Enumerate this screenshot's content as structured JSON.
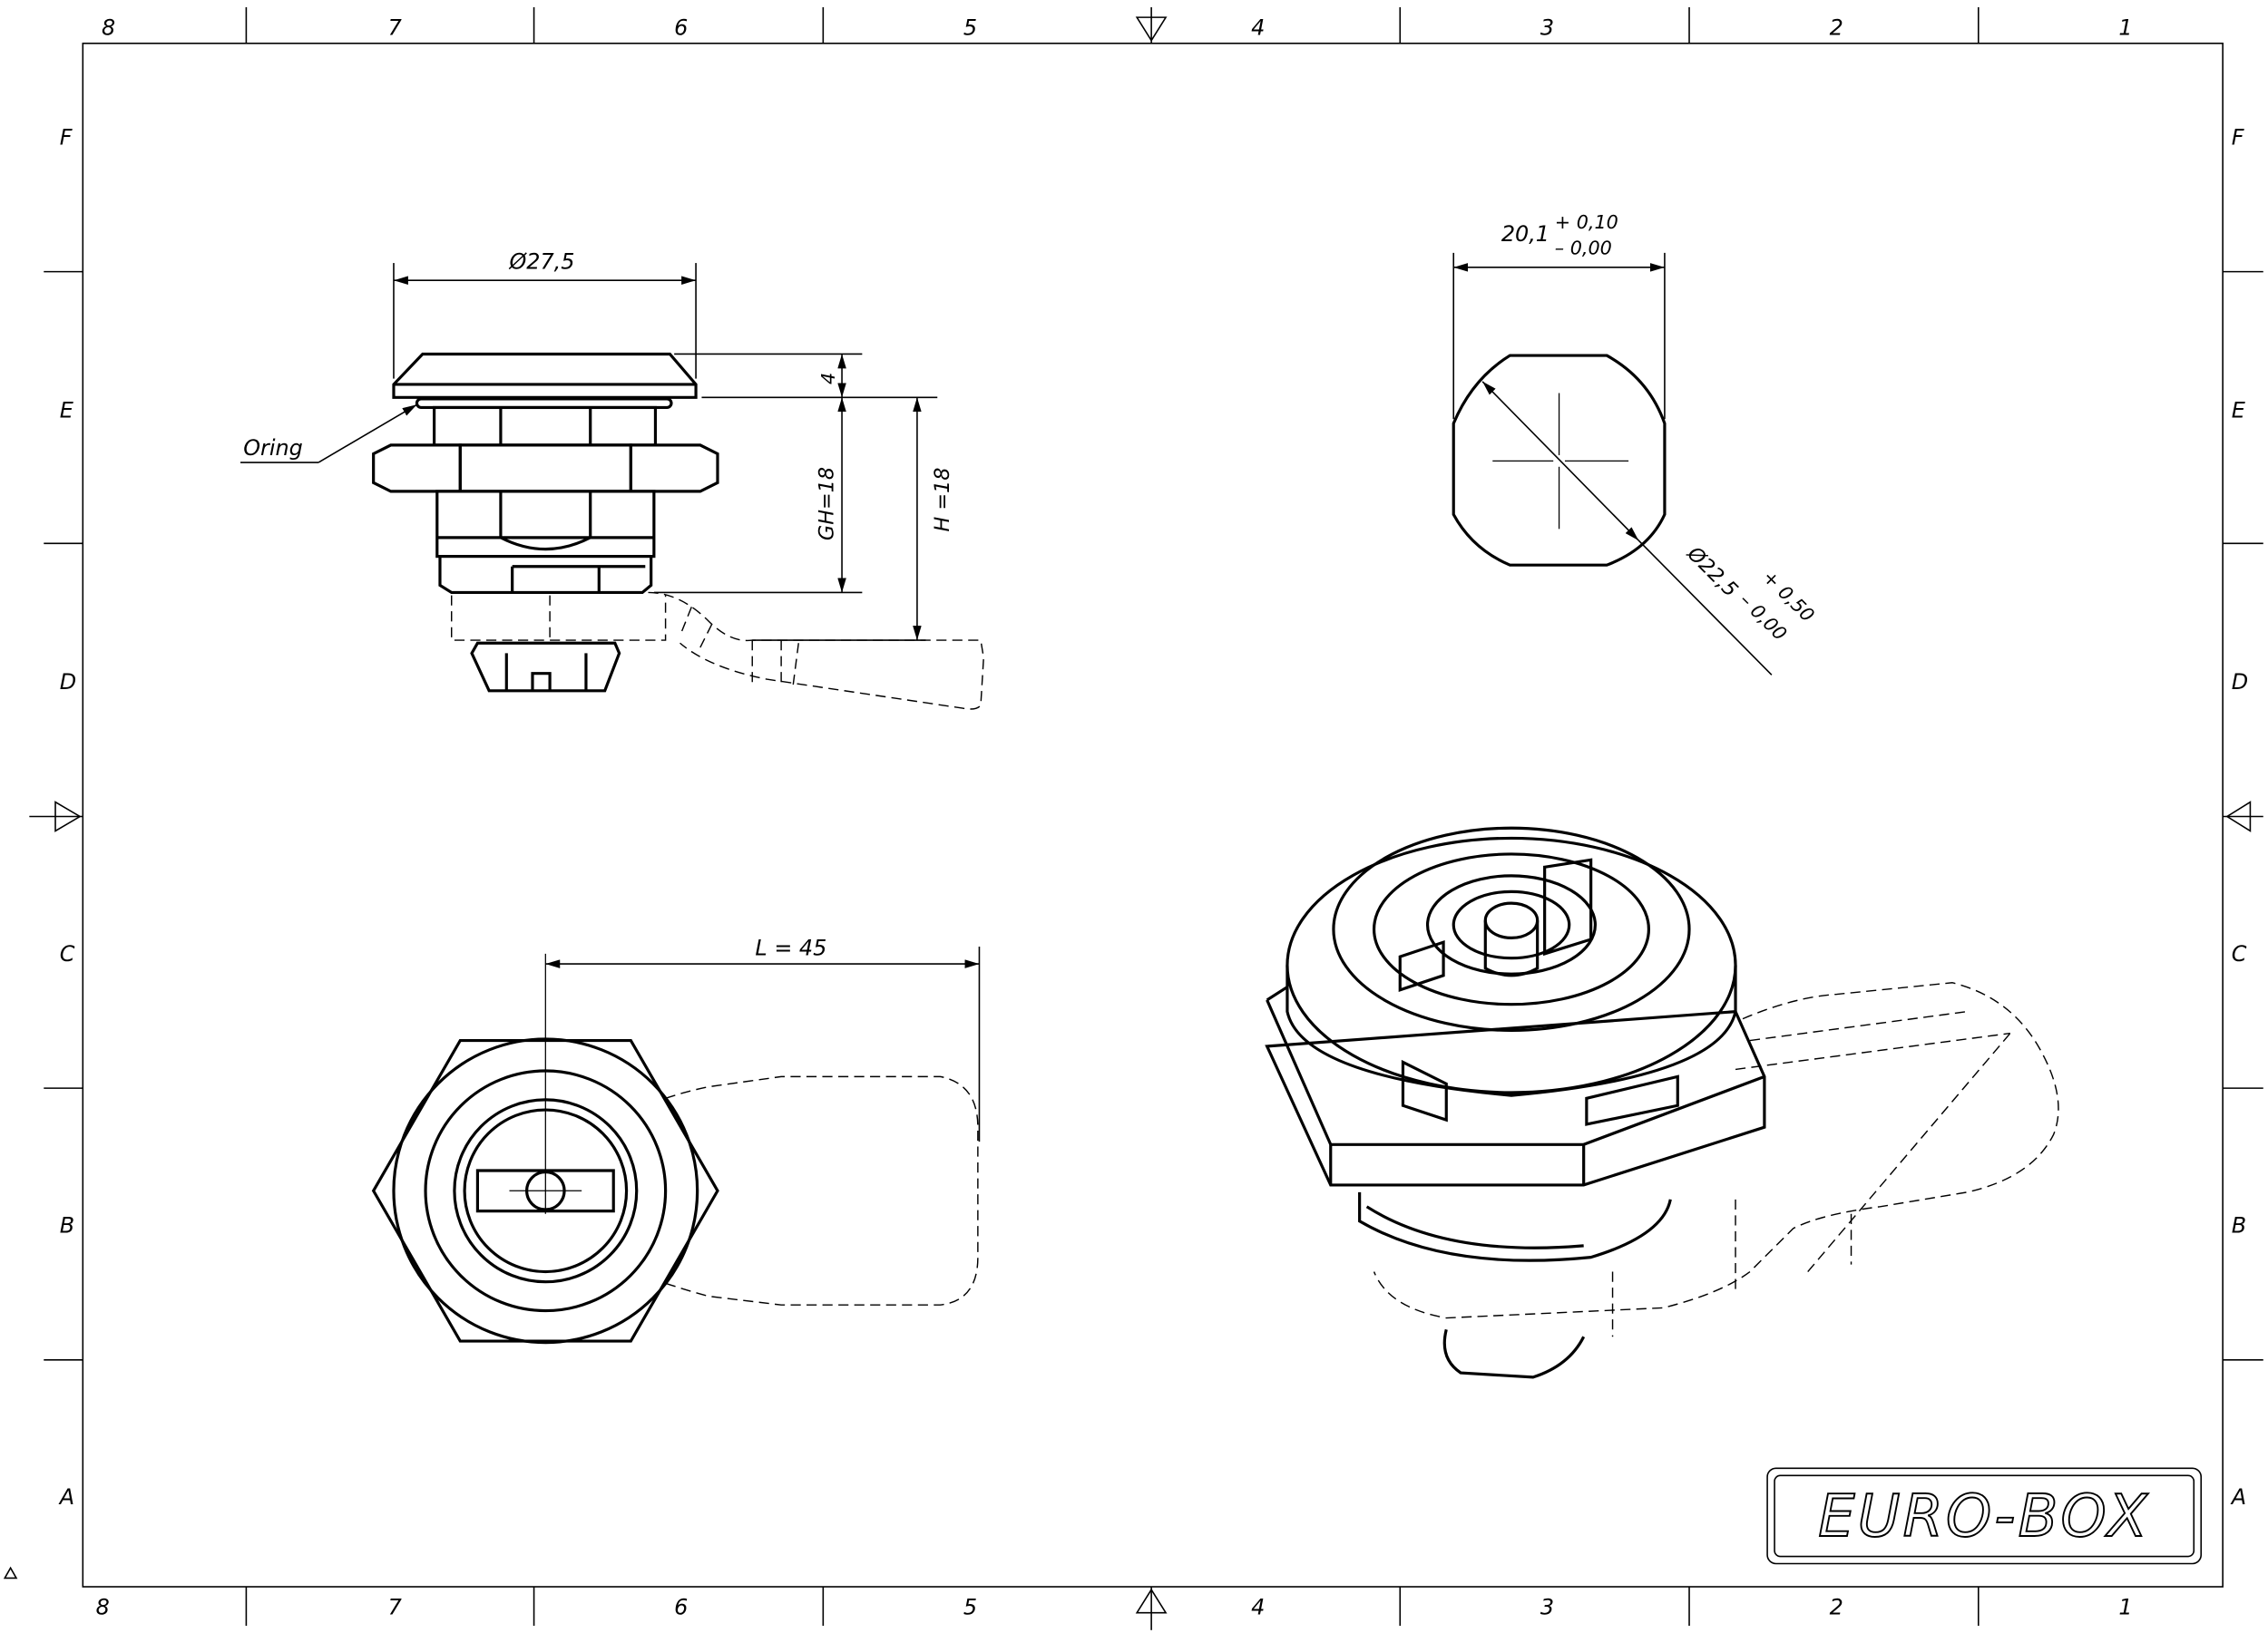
{
  "frame": {
    "columns": [
      "8",
      "7",
      "6",
      "5",
      "4",
      "3",
      "2",
      "1"
    ],
    "rows": [
      "F",
      "E",
      "D",
      "C",
      "B",
      "A"
    ]
  },
  "side_view": {
    "diameter_label": "Ø27,5",
    "height_4_label": "4",
    "gh_label": "GH=18",
    "h_label": "H =18",
    "oring_label": "Oring"
  },
  "cutout_view": {
    "width_label": "20,1",
    "width_tol_plus": "+ 0,10",
    "width_tol_minus": "– 0,00",
    "diameter_label": "Ø22,5",
    "diameter_tol_plus": "+ 0,50",
    "diameter_tol_minus": "– 0,00"
  },
  "front_view": {
    "length_label": "L = 45"
  },
  "logo": {
    "text": "EURO-BOX"
  }
}
